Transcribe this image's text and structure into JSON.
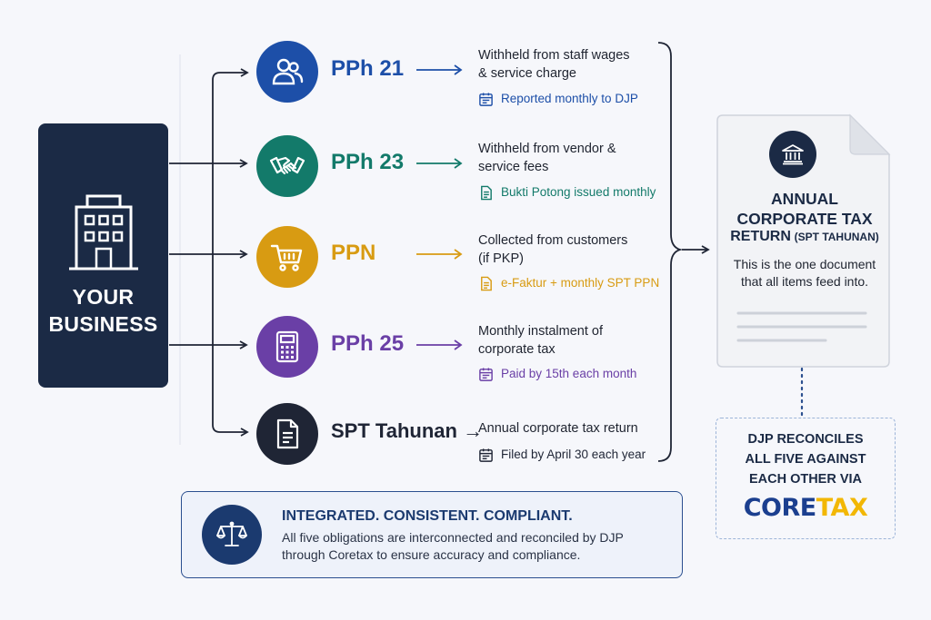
{
  "business": {
    "label_line1": "YOUR",
    "label_line2": "BUSINESS"
  },
  "colors": {
    "navy": "#1b2a45",
    "pph21": "#1d4fa8",
    "pph23": "#137a6a",
    "ppn": "#d89b12",
    "pph25": "#6a3fa6",
    "spt": "#1f2535"
  },
  "items": [
    {
      "icon": "users-icon",
      "code": "PPh 21",
      "arrow": "→",
      "desc_line1": "Withheld from staff wages",
      "desc_line2": "& service charge",
      "note_icon": "calendar-icon",
      "note": "Reported monthly to DJP"
    },
    {
      "icon": "handshake-icon",
      "code": "PPh 23",
      "arrow": "→",
      "desc_line1": "Withheld from vendor &",
      "desc_line2": "service fees",
      "note_icon": "document-icon",
      "note": "Bukti Potong issued monthly"
    },
    {
      "icon": "cart-icon",
      "code": "PPN",
      "arrow": "→",
      "desc_line1": "Collected from customers",
      "desc_line2": "(if PKP)",
      "note_icon": "document-icon",
      "note": "e-Faktur + monthly SPT PPN"
    },
    {
      "icon": "calculator-icon",
      "code": "PPh 25",
      "arrow": "→",
      "desc_line1": "Monthly instalment of",
      "desc_line2": "corporate tax",
      "note_icon": "calendar-icon",
      "note": "Paid by 15th each month"
    },
    {
      "icon": "file-icon",
      "code": "SPT Tahunan",
      "arrow": "→",
      "desc_line1": "Annual corporate tax return",
      "desc_line2": "",
      "note_icon": "calendar-icon",
      "note": "Filed by April 30 each year"
    }
  ],
  "document": {
    "icon": "bank-icon",
    "title_line1": "ANNUAL",
    "title_line2": "CORPORATE TAX",
    "subtitle_main": "RETURN",
    "subtitle_paren": "(SPT TAHUNAN)",
    "desc_line1": "This is the one document",
    "desc_line2": "that all items feed into."
  },
  "djp": {
    "line1": "DJP RECONCILES",
    "line2": "ALL FIVE AGAINST",
    "line3": "EACH OTHER VIA",
    "brand_part1": "CORE",
    "brand_part2": "TAX"
  },
  "banner": {
    "icon": "scales-icon",
    "title": "INTEGRATED. CONSISTENT. COMPLIANT.",
    "text_line1": "All five obligations are interconnected and reconciled by DJP",
    "text_line2": "through Coretax to ensure accuracy and compliance."
  }
}
